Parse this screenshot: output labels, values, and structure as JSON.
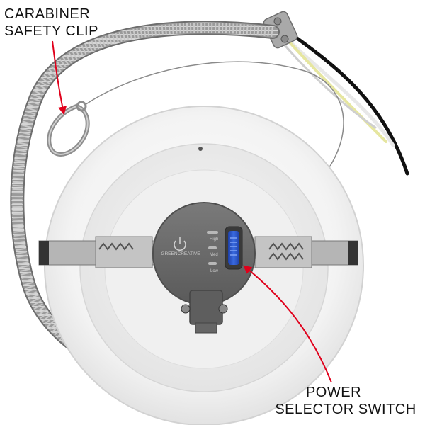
{
  "labels": {
    "carabiner_line1": "CARABINER",
    "carabiner_line2": "SAFETY CLIP",
    "power_line1": "POWER",
    "power_line2": "SELECTOR SWITCH"
  },
  "driver_box": {
    "brand": "GREENCREATIVE",
    "setting_high": "High",
    "setting_med": "Med",
    "setting_low": "Low"
  },
  "colors": {
    "arrow": "#e0001b",
    "switch": "#2a55c8",
    "driver_housing": "#6c6c6c",
    "trim": "#f2f2f2"
  }
}
